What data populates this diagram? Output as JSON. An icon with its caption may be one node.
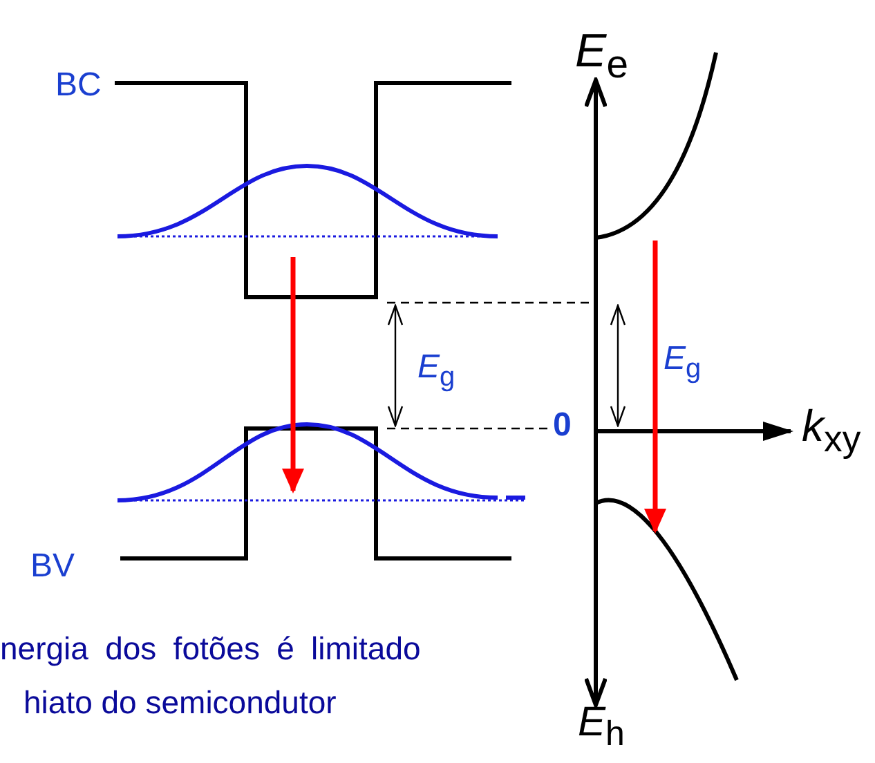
{
  "diagram": {
    "labels": [
      "*E*$_{e}$",
      "BC",
      "*E*$_{g}$",
      "*E*$_{g}$",
      "0",
      "*k*$_{xy}$",
      "BV",
      "nergia dos fotões é limitado",
      "hiato do semicondutor",
      "*E*$_{h}$"
    ]
  }
}
